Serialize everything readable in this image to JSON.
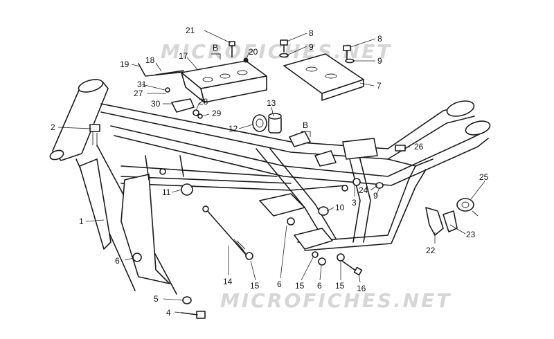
{
  "watermarks": [
    "MICROFICHES.NET",
    "MICROFICHES.NET"
  ],
  "section_marks": [
    "B",
    "B"
  ],
  "callouts": [
    {
      "id": "c21",
      "label": "21"
    },
    {
      "id": "c8a",
      "label": "8"
    },
    {
      "id": "c8b",
      "label": "8"
    },
    {
      "id": "c9a",
      "label": "9"
    },
    {
      "id": "c9b",
      "label": "9"
    },
    {
      "id": "c20",
      "label": "20"
    },
    {
      "id": "c19",
      "label": "19"
    },
    {
      "id": "c18",
      "label": "18"
    },
    {
      "id": "c17",
      "label": "17"
    },
    {
      "id": "c7",
      "label": "7"
    },
    {
      "id": "c31",
      "label": "31"
    },
    {
      "id": "c27",
      "label": "27"
    },
    {
      "id": "c30",
      "label": "30"
    },
    {
      "id": "c28",
      "label": "28"
    },
    {
      "id": "c29",
      "label": "29"
    },
    {
      "id": "c13",
      "label": "13"
    },
    {
      "id": "c12",
      "label": "12"
    },
    {
      "id": "c2",
      "label": "2"
    },
    {
      "id": "c26",
      "label": "26"
    },
    {
      "id": "c11",
      "label": "11"
    },
    {
      "id": "c24",
      "label": "24"
    },
    {
      "id": "c9c",
      "label": "9"
    },
    {
      "id": "c3",
      "label": "3"
    },
    {
      "id": "c10",
      "label": "10"
    },
    {
      "id": "c25",
      "label": "25"
    },
    {
      "id": "c1",
      "label": "1"
    },
    {
      "id": "c23",
      "label": "23"
    },
    {
      "id": "c22",
      "label": "22"
    },
    {
      "id": "c6a",
      "label": "6"
    },
    {
      "id": "c14",
      "label": "14"
    },
    {
      "id": "c15a",
      "label": "15"
    },
    {
      "id": "c6b",
      "label": "6"
    },
    {
      "id": "c15b",
      "label": "15"
    },
    {
      "id": "c6c",
      "label": "6"
    },
    {
      "id": "c15c",
      "label": "15"
    },
    {
      "id": "c16",
      "label": "16"
    },
    {
      "id": "c5",
      "label": "5"
    },
    {
      "id": "c4",
      "label": "4"
    }
  ]
}
